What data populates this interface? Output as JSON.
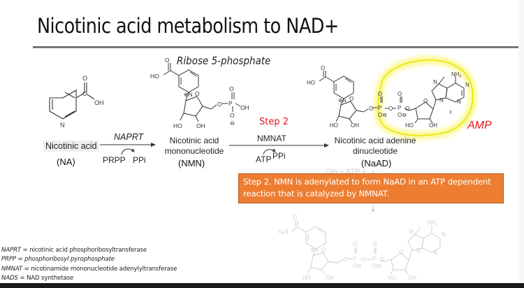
{
  "slide": {
    "title": "Nicotinic acid metabolism to NAD+",
    "ribose_label": "Ribose 5-phosphate",
    "colors": {
      "title_rule": "#777777",
      "callout_bg": "#ed7d31",
      "accent_red": "#e8141c",
      "highlight_yellow": "#f5f000"
    }
  },
  "pathway": {
    "compound_1": {
      "name": "Nicotinic acid",
      "abbr": "(NA)"
    },
    "reaction_1": {
      "enzyme": "NAPRT",
      "substrate": "PRPP",
      "product": "PPi"
    },
    "compound_2": {
      "name_line1": "Nicotinic acid",
      "name_line2": "mononucleotide",
      "abbr": "(NMN)"
    },
    "reaction_2": {
      "step": "Step 2",
      "enzyme": "NMNAT",
      "substrate": "ATP",
      "product": "PPi"
    },
    "compound_3": {
      "name_line1": "Nicotinic acid adenine",
      "name_line2": "dinucleotide",
      "abbr": "(NaAD)"
    },
    "highlight_label": "AMP",
    "faded_label": "Gln + ATP +"
  },
  "structure_labels": {
    "oh": "OH",
    "ho": "HO",
    "n": "N",
    "o": "O",
    "p": "P",
    "c": "C",
    "nh2": "NH",
    "h2n": "H",
    "sub2": "2"
  },
  "callout": {
    "text": "Step 2. NMN is adenylated to form NaAD in an ATP dependent reaction that is catalyzed by NMNAT."
  },
  "legend": [
    {
      "abbr": "NAPRT",
      "definition": " = nicotinic acid phosphoribosyltransferase",
      "italic": false
    },
    {
      "abbr": "PRPP",
      "definition": " = phosphoribosyl pyrophosphate",
      "italic": true
    },
    {
      "abbr": "NMNAT",
      "definition": " = nicotinamide mononucleotide adenylyltransferase",
      "italic": false
    },
    {
      "abbr": "NADS",
      "definition": " = NAD synthetase",
      "italic": false
    }
  ]
}
